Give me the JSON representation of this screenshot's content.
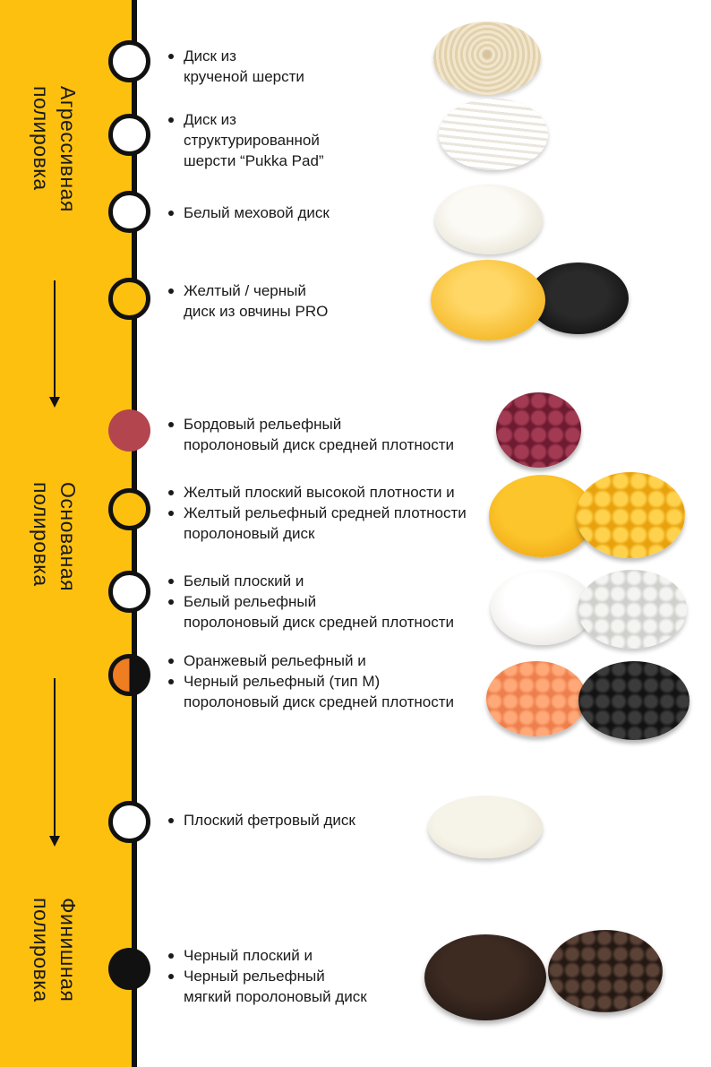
{
  "stages": [
    {
      "lines": [
        "Агрессивная",
        "полировка"
      ]
    },
    {
      "lines": [
        "Основаная",
        "полировка"
      ]
    },
    {
      "lines": [
        "Финишная",
        "полировка"
      ]
    }
  ],
  "items": [
    {
      "color": "#ffffff",
      "lines": [
        {
          "text": "Диск из",
          "bullet": true
        },
        {
          "text": "крученой шерсти",
          "bullet": false
        }
      ]
    },
    {
      "color": "#ffffff",
      "lines": [
        {
          "text": "Диск из",
          "bullet": true
        },
        {
          "text": "структурированной",
          "bullet": false
        },
        {
          "text": "шерсти  “Pukka Pad”",
          "bullet": false
        }
      ]
    },
    {
      "color": "#ffffff",
      "lines": [
        {
          "text": "Белый меховой диск",
          "bullet": true
        }
      ]
    },
    {
      "color": "#fdc00f",
      "lines": [
        {
          "text": "Желтый / черный",
          "bullet": true
        },
        {
          "text": "диск из овчины PRO",
          "bullet": false
        }
      ]
    },
    {
      "color": "#b3454f",
      "lines": [
        {
          "text": "Бордовый рельефный",
          "bullet": true
        },
        {
          "text": "поролоновый диск средней плотности",
          "bullet": false
        }
      ]
    },
    {
      "color": "#fdc00f",
      "lines": [
        {
          "text": "Желтый плоский высокой плотности и",
          "bullet": true
        },
        {
          "text": "Желтый рельефный средней плотности",
          "bullet": true
        },
        {
          "text": "поролоновый диск",
          "bullet": false
        }
      ]
    },
    {
      "color": "#ffffff",
      "lines": [
        {
          "text": "Белый плоский и",
          "bullet": true
        },
        {
          "text": "Белый рельефный",
          "bullet": true
        },
        {
          "text": "поролоновый диск средней плотности",
          "bullet": false
        }
      ]
    },
    {
      "color": "#ef7d21 / #111111",
      "lines": [
        {
          "text": "Оранжевый рельефный  и",
          "bullet": true
        },
        {
          "text": "Черный рельефный (тип М)",
          "bullet": true
        },
        {
          "text": "поролоновый диск средней плотности",
          "bullet": false
        }
      ]
    },
    {
      "color": "#ffffff",
      "lines": [
        {
          "text": "Плоский фетровый диск",
          "bullet": true
        }
      ]
    },
    {
      "color": "#111111",
      "lines": [
        {
          "text": "Черный плоский и",
          "bullet": true
        },
        {
          "text": "Черный рельефный",
          "bullet": true
        },
        {
          "text": "мягкий поролоновый диск",
          "bullet": false
        }
      ]
    }
  ],
  "colors": {
    "band": "#fdc00f",
    "line": "#111111",
    "text": "#1a1a1a"
  }
}
